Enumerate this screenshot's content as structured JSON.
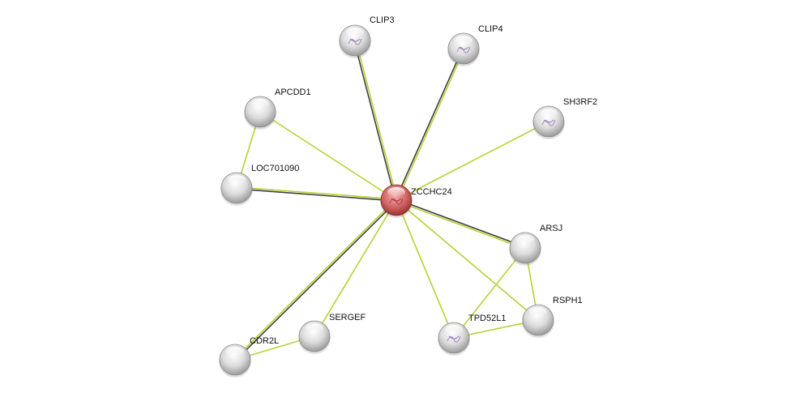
{
  "colors": {
    "evidence_green": "#b5d334",
    "evidence_black": "#404040",
    "query_node": "#d9534f",
    "node": "#e0e0e0"
  },
  "nodes": [
    {
      "id": "ZCCHC24",
      "label": "ZCCHC24",
      "query": true,
      "structure": true
    },
    {
      "id": "CLIP3",
      "label": "CLIP3",
      "structure": true
    },
    {
      "id": "CLIP4",
      "label": "CLIP4",
      "structure": true
    },
    {
      "id": "SH3RF2",
      "label": "SH3RF2",
      "structure": true
    },
    {
      "id": "APCDD1",
      "label": "APCDD1"
    },
    {
      "id": "LOC701090",
      "label": "LOC701090"
    },
    {
      "id": "ARSJ",
      "label": "ARSJ"
    },
    {
      "id": "RSPH1",
      "label": "RSPH1"
    },
    {
      "id": "TPD52L1",
      "label": "TPD52L1",
      "structure": true
    },
    {
      "id": "SERGEF",
      "label": "SERGEF"
    },
    {
      "id": "CDR2L",
      "label": "CDR2L"
    }
  ],
  "edges": [
    {
      "from": "ZCCHC24",
      "to": "CLIP3",
      "types": [
        "black",
        "green"
      ]
    },
    {
      "from": "ZCCHC24",
      "to": "CLIP4",
      "types": [
        "black",
        "green"
      ]
    },
    {
      "from": "ZCCHC24",
      "to": "SH3RF2",
      "types": [
        "green"
      ]
    },
    {
      "from": "ZCCHC24",
      "to": "APCDD1",
      "types": [
        "green"
      ]
    },
    {
      "from": "ZCCHC24",
      "to": "LOC701090",
      "types": [
        "black",
        "green"
      ]
    },
    {
      "from": "ZCCHC24",
      "to": "ARSJ",
      "types": [
        "black",
        "green"
      ]
    },
    {
      "from": "ZCCHC24",
      "to": "RSPH1",
      "types": [
        "green"
      ]
    },
    {
      "from": "ZCCHC24",
      "to": "TPD52L1",
      "types": [
        "green"
      ]
    },
    {
      "from": "ZCCHC24",
      "to": "SERGEF",
      "types": [
        "green"
      ]
    },
    {
      "from": "ZCCHC24",
      "to": "CDR2L",
      "types": [
        "black",
        "green"
      ]
    },
    {
      "from": "APCDD1",
      "to": "LOC701090",
      "types": [
        "green"
      ]
    },
    {
      "from": "ARSJ",
      "to": "TPD52L1",
      "types": [
        "green"
      ]
    },
    {
      "from": "ARSJ",
      "to": "RSPH1",
      "types": [
        "green"
      ]
    },
    {
      "from": "RSPH1",
      "to": "TPD52L1",
      "types": [
        "green"
      ]
    },
    {
      "from": "CDR2L",
      "to": "SERGEF",
      "types": [
        "green"
      ]
    }
  ]
}
